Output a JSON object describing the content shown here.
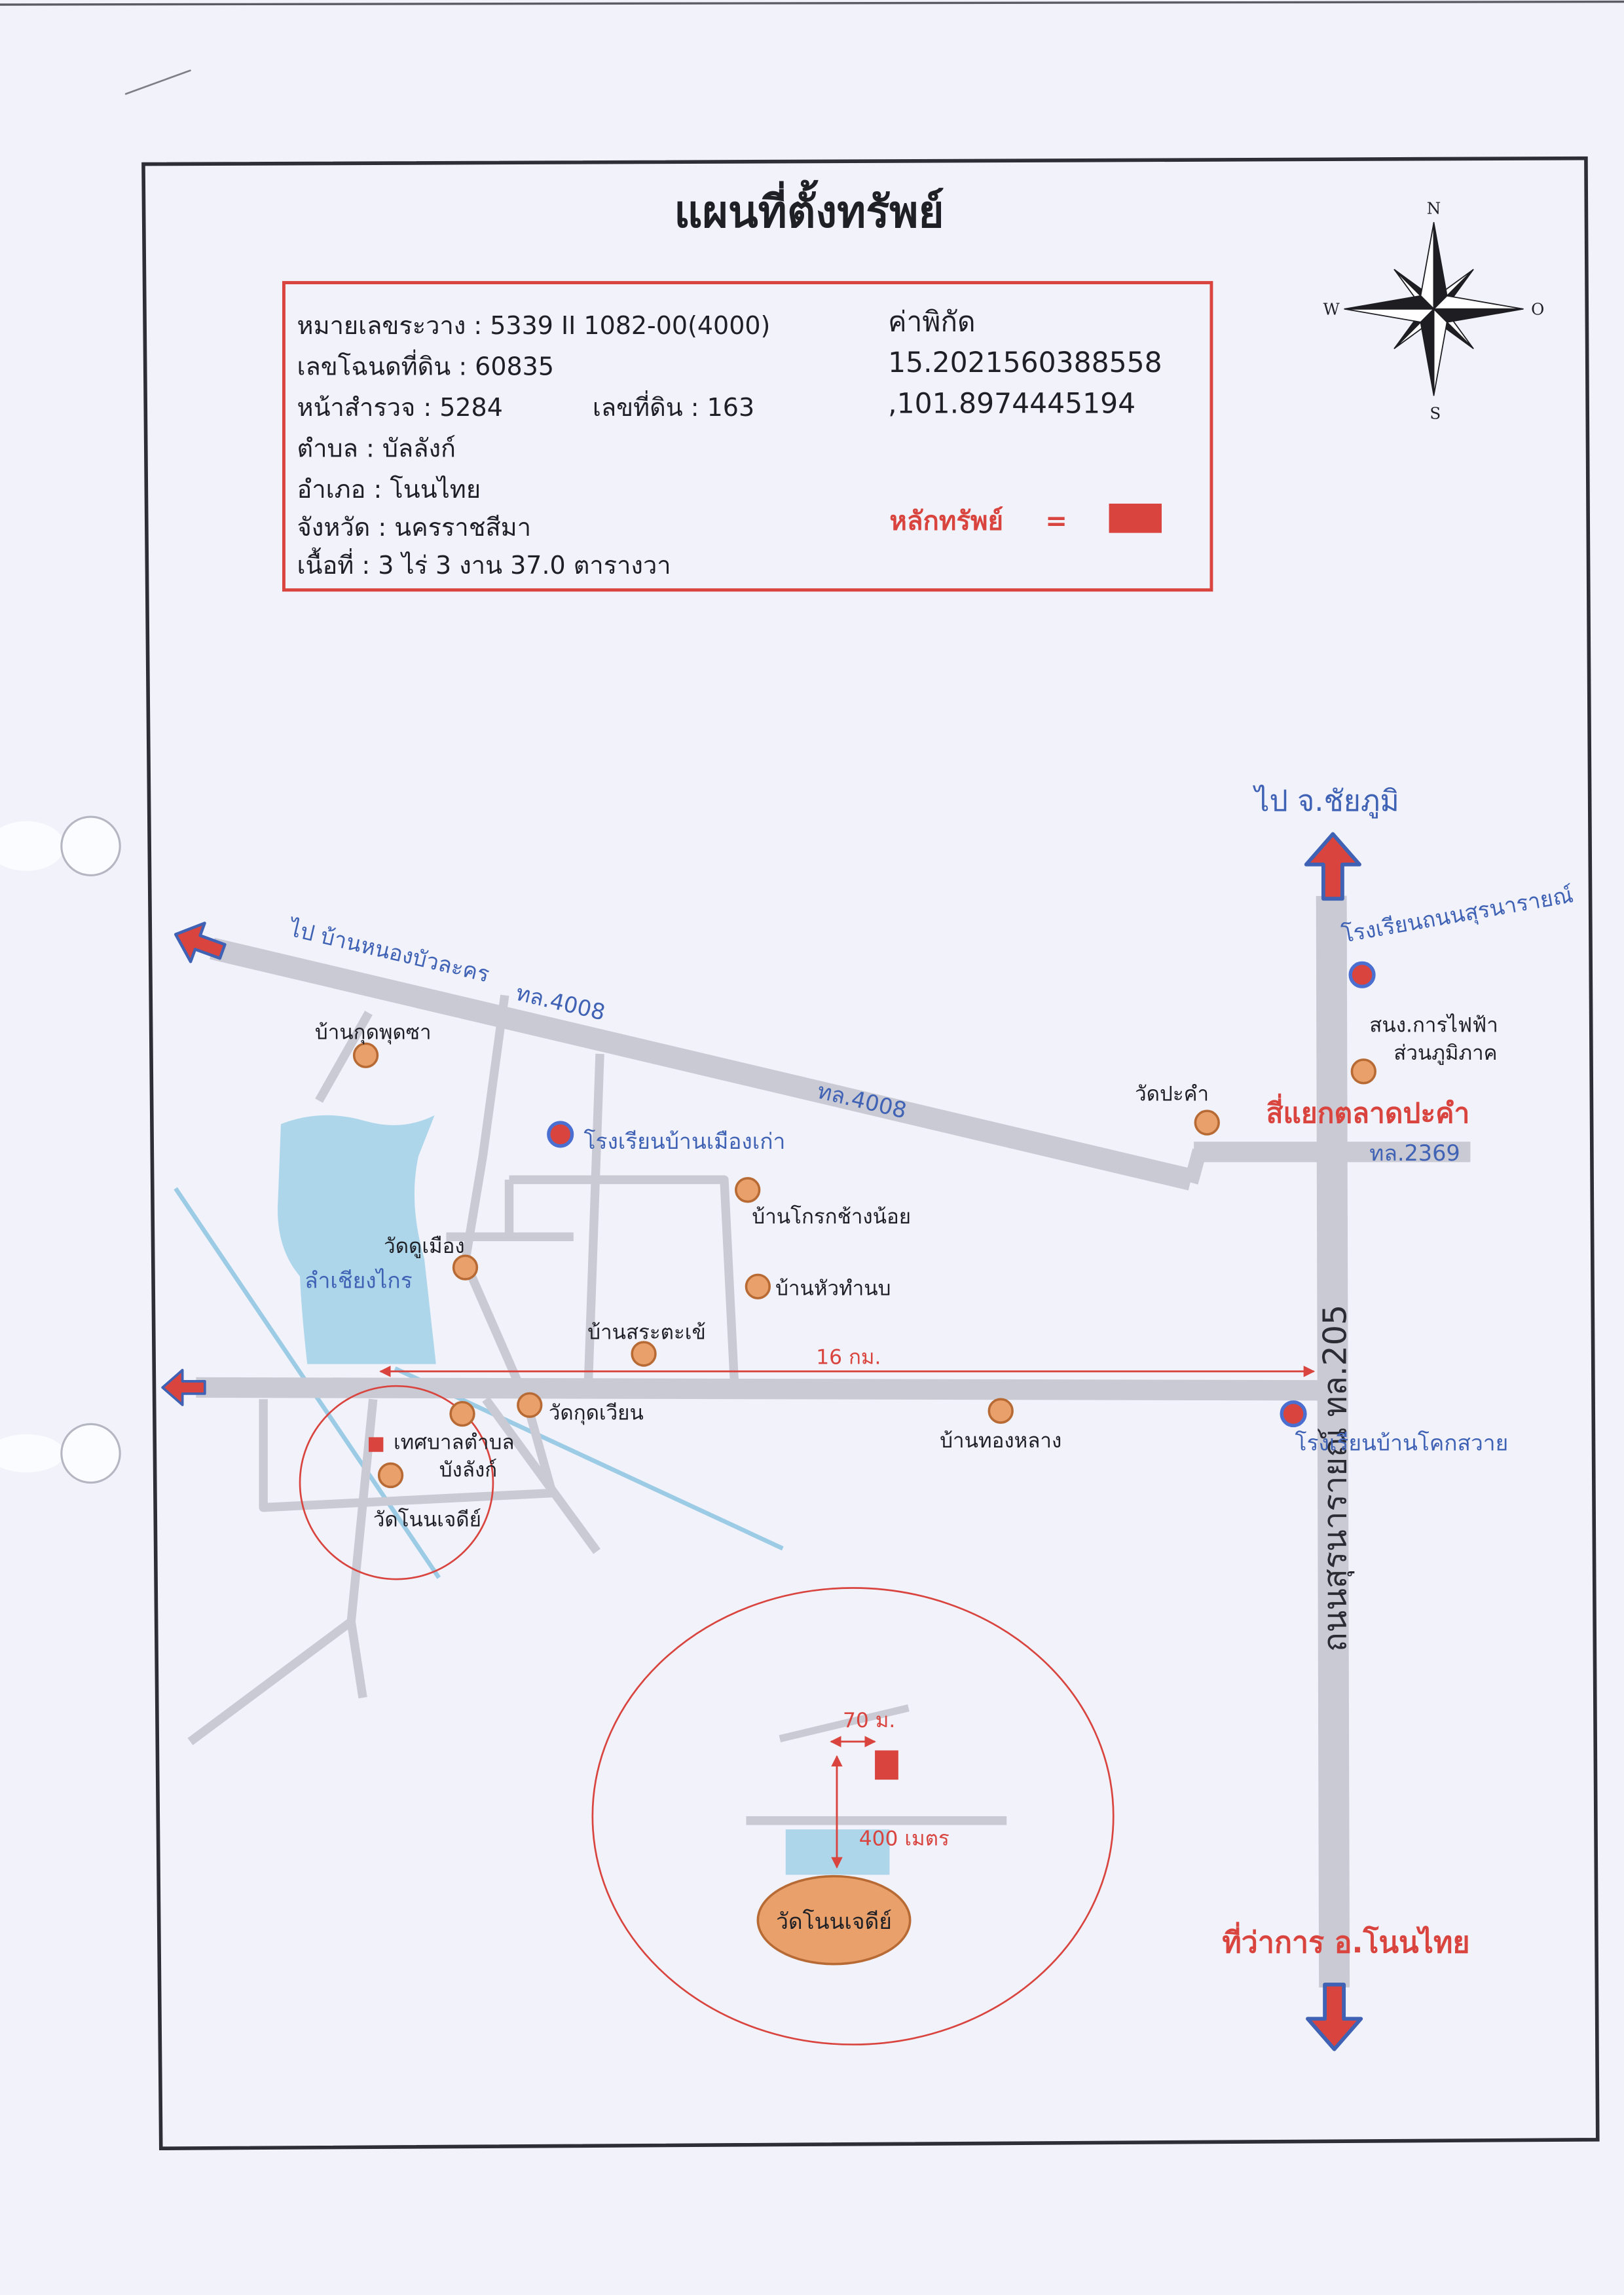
{
  "title": "แผนที่ตั้งทรัพย์",
  "info": {
    "sheet_number": "หมายเลขระวาง : 5339 II 1082-00(4000)",
    "deed_number": "เลขโฉนดที่ดิน : 60835",
    "survey_page": "หน้าสำรวจ : 5284",
    "land_number": "เลขที่ดิน : 163",
    "subdistrict": "ตำบล : บัลลังก์",
    "district": "อำเภอ : โนนไทย",
    "province": "จังหวัด : นครราชสีมา",
    "area": "เนื้อที่ : 3 ไร่ 3 งาน 37.0 ตารางวา"
  },
  "coordinates": {
    "label": "ค่าพิกัด",
    "latitude": "15.2021560388558",
    "longitude": ",101.8974445194"
  },
  "legend": {
    "label": "หลักทรัพย์",
    "equals": "=",
    "symbol": "red-rectangle"
  },
  "compass": {
    "north": "N",
    "west": "W",
    "east": "O",
    "south": "S"
  },
  "map": {
    "to_north": "ไป จ.ชัยภูมิ",
    "to_south": "ที่ว่าการ อ.โนนไทย",
    "to_northwest": "ไป บ้านหนองบัวละคร",
    "route_4008_labels": [
      "ทล.4008",
      "ทล.4008"
    ],
    "route_2369_label": "ทล.2369",
    "route_205_label": "ถนนสุรนารายณ์ ทล.205",
    "junction": "สี่แยกตลาดปะคำ",
    "distance": "16 กม.",
    "waterway": "ลำเชียงไกร",
    "places": [
      {
        "label": [
          "บ้านกุดพุดซา"
        ],
        "marker": "place-dot"
      },
      {
        "label": [
          "โรงเรียนบ้านเมืองเก่า"
        ],
        "marker": "school-dot"
      },
      {
        "label": [
          "วัดปะคำ"
        ],
        "marker": "place-dot"
      },
      {
        "label": [
          "สนง.การไฟฟ้า",
          "ส่วนภูมิภาค"
        ],
        "marker": "place-dot"
      },
      {
        "label": [
          "โรงเรียนถนนสุรนารายณ์"
        ],
        "marker": "school-dot"
      },
      {
        "label": [
          "บ้านโกรกช้างน้อย"
        ],
        "marker": "place-dot"
      },
      {
        "label": [
          "วัดดูเมือง"
        ],
        "marker": "place-dot"
      },
      {
        "label": [
          "บ้านหัวทำนบ"
        ],
        "marker": "place-dot"
      },
      {
        "label": [
          "บ้านสระตะเข้"
        ],
        "marker": "place-dot"
      },
      {
        "label": [
          "วัดกุดเวียน"
        ],
        "marker": "place-dot"
      },
      {
        "label": [
          "เทศบาลตำบล",
          "บังลังก์"
        ],
        "marker": "place-dot"
      },
      {
        "label": [
          "วัดโนนเจดีย์"
        ],
        "marker": "place-dot"
      },
      {
        "label": [
          "บ้านทองหลาง"
        ],
        "marker": "place-dot"
      },
      {
        "label": [
          "โรงเรียนบ้านโคกสวาย"
        ],
        "marker": "school-dot"
      }
    ]
  },
  "inset": {
    "offset_horizontal": "70 ม.",
    "offset_vertical": "400 เมตร",
    "landmark": "วัดโนนเจดีย์"
  },
  "colors": {
    "paper": "#f1f2fa",
    "ink": "#1f2026",
    "frame": "#2e2f36",
    "red": "#d9443e",
    "road": "#c9cad3",
    "water": "#add6eb",
    "river": "#9ccbe5",
    "blue": "#3f62b5",
    "place": "#e9a06a",
    "place-edge": "#b86a34"
  }
}
